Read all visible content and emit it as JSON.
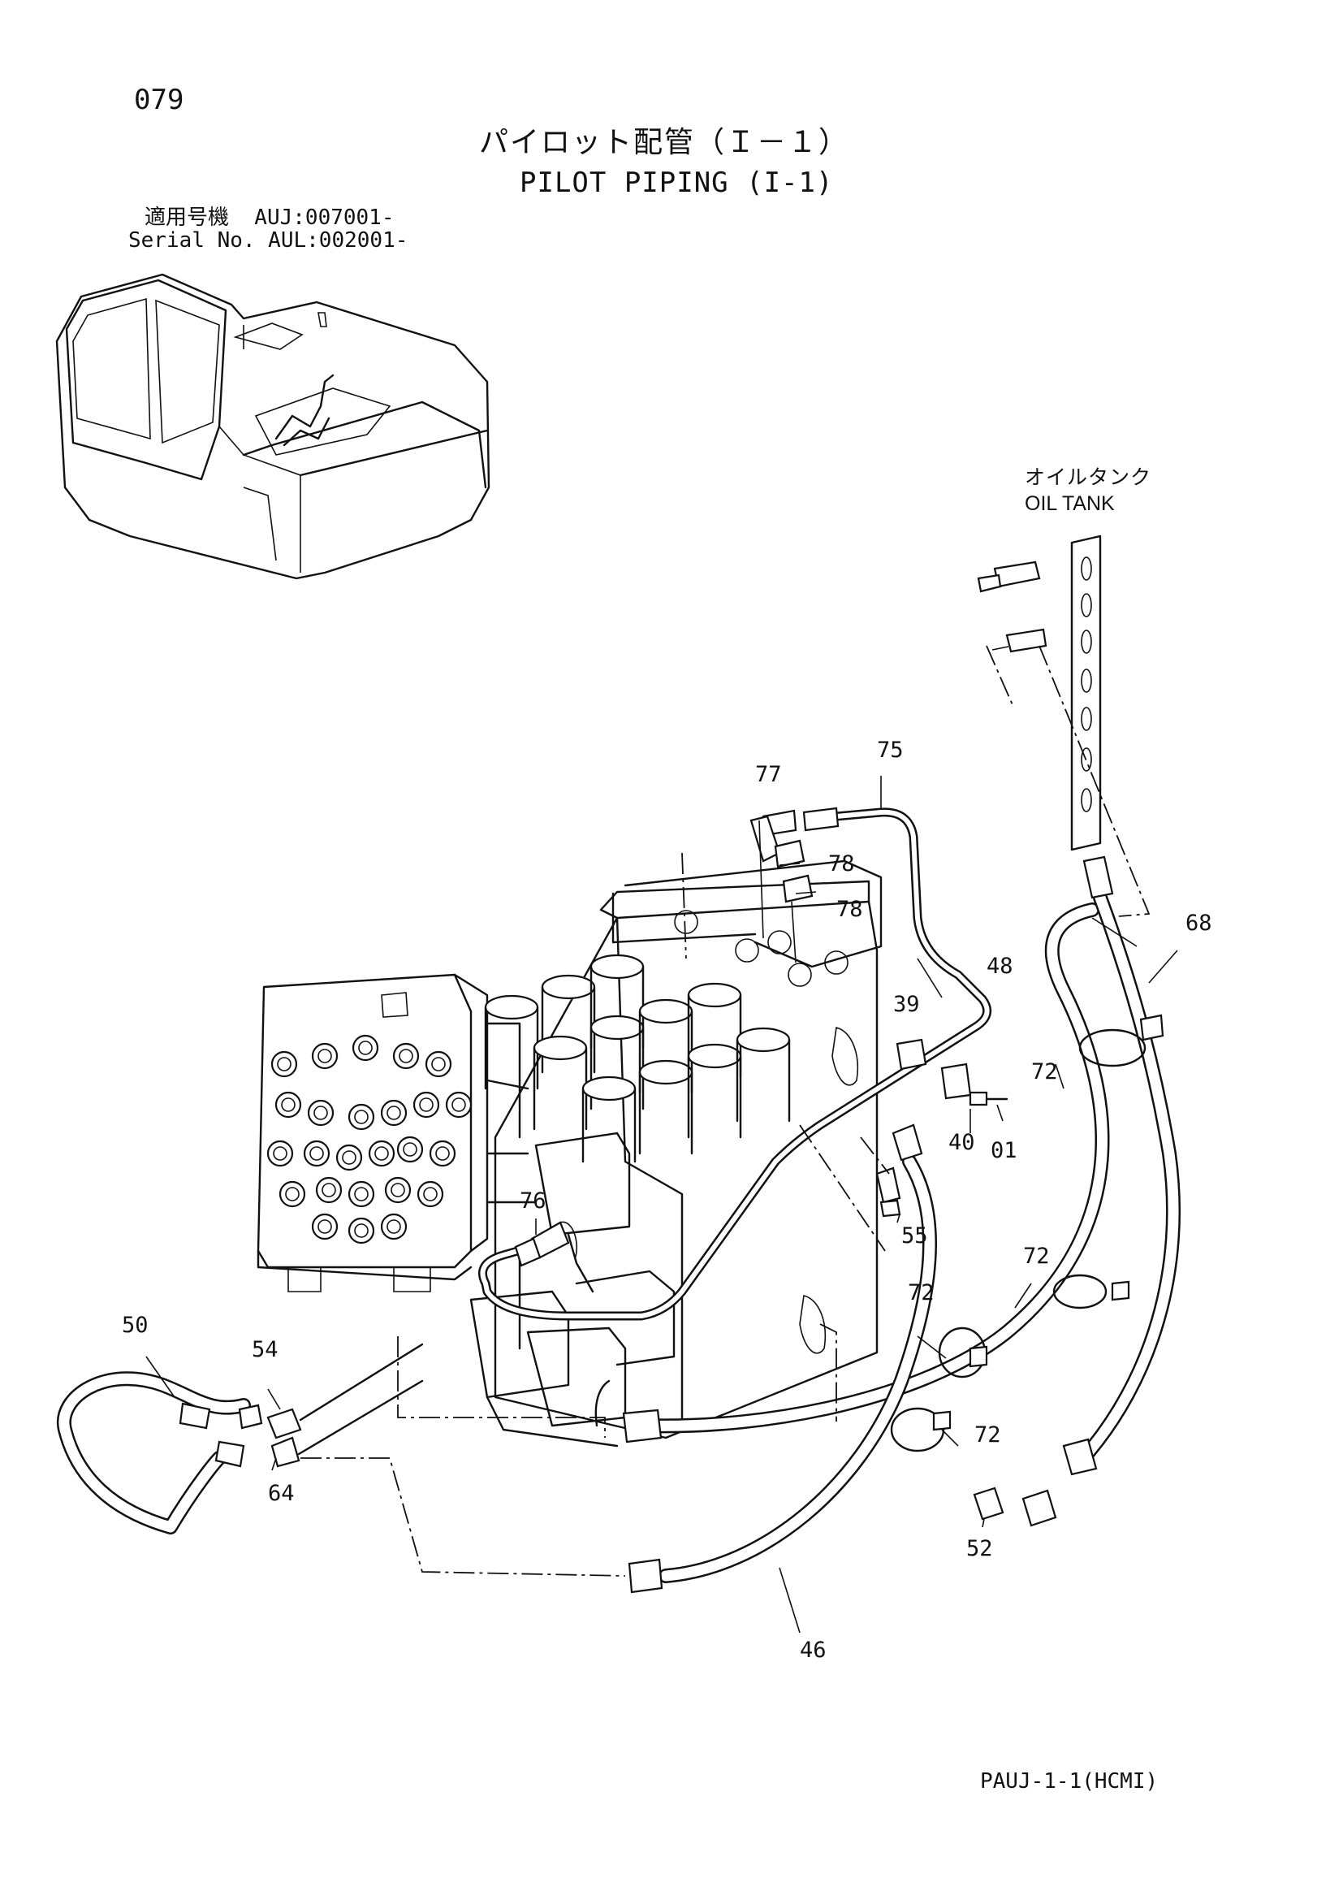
{
  "page_number": "079",
  "title_jp": "パイロット配管（Ｉ－１）",
  "title_en": "PILOT PIPING (I-1)",
  "serial": {
    "line1": "適用号機  AUJ:007001-",
    "line2": "Serial No. AUL:002001-"
  },
  "oil_tank": {
    "label_jp": "オイルタンク",
    "label_en": "OIL TANK"
  },
  "part_labels": {
    "p77": "77",
    "p75": "75",
    "p78a": "78",
    "p78b": "78",
    "p68": "68",
    "p48": "48",
    "p39": "39",
    "p72a": "72",
    "p40": "40",
    "p01": "01",
    "p76": "76",
    "p55": "55",
    "p72b": "72",
    "p72c": "72",
    "p50": "50",
    "p54": "54",
    "p72d": "72",
    "p64": "64",
    "p52": "52",
    "p46": "46"
  },
  "footer_code": "PAUJ-1-1(HCMI)"
}
